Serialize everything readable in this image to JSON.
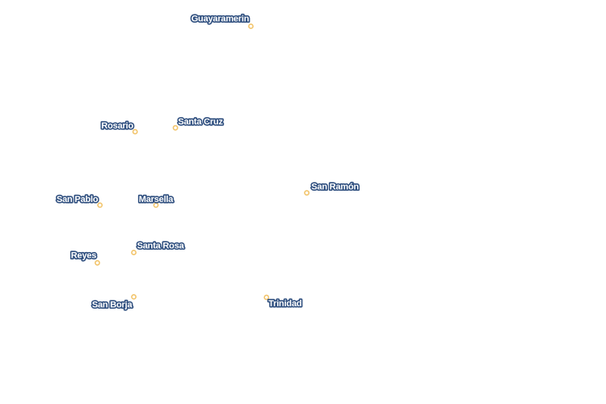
{
  "map": {
    "colors": {
      "background": "#ffffff",
      "marker": "#f2c46b",
      "label_text": "#ffffff",
      "label_halo": "#2f4f7f"
    },
    "cities": [
      {
        "name": "Guayaramerin",
        "lon": -65.35,
        "lat": -10.82
      },
      {
        "name": "Rosario",
        "lon": -66.24,
        "lat": -12.96
      },
      {
        "name": "Santa Cruz",
        "lon": -65.93,
        "lat": -12.88
      },
      {
        "name": "San Pablo",
        "lon": -66.51,
        "lat": -14.45
      },
      {
        "name": "Marsella",
        "lon": -66.08,
        "lat": -14.45
      },
      {
        "name": "San Ramón",
        "lon": -64.92,
        "lat": -14.2
      },
      {
        "name": "Santa Rosa",
        "lon": -66.25,
        "lat": -15.41
      },
      {
        "name": "Reyes",
        "lon": -66.53,
        "lat": -15.62
      },
      {
        "name": "San Borja",
        "lon": -66.25,
        "lat": -16.31
      },
      {
        "name": "Trinidad",
        "lon": -65.23,
        "lat": -16.32
      }
    ]
  }
}
